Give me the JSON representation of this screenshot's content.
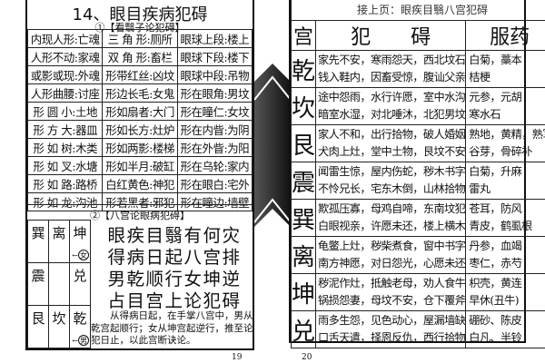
{
  "left_page": {
    "title": "14、眼目疾病犯碍",
    "section1": "①【看翳子论犯碍】",
    "table": [
      [
        "内现人形:亡魂",
        "三 角 形:厕所",
        "眼球上段:楼上"
      ],
      [
        "人形不动:家魂",
        "双 角 形:畜栏",
        "眼球下段:楼下"
      ],
      [
        "或影或现:外魂",
        "形带红丝:凶坟",
        "眼球中段:吊物"
      ],
      [
        "人形曲腰:讨座",
        "形边长毛:女鬼",
        "形在眼角:男坟"
      ],
      [
        "形 圆 小:土地",
        "形如扇者:大门",
        "形在瞳仁:女坟"
      ],
      [
        "形 方 大:器皿",
        "形如长方:灶炉",
        "形在内眥:为阴"
      ],
      [
        "形 如 树:木类",
        "形如两影:楼梯",
        "形在外眥:为阳"
      ],
      [
        "形 如 叉:水塘",
        "形如半月:破缸",
        "形在乌轮:家内"
      ],
      [
        "形 如 路:路桥",
        "白红黄色:神犯",
        "形在眼白:宅外"
      ],
      [
        "形 如 龙:沟池",
        "形若黑者:邪犯",
        "形在瞳边:墙壁"
      ]
    ],
    "section2": "②【八宫论眼病犯碍】",
    "bagua": [
      [
        "巽",
        "离",
        "坤"
      ],
      [
        "震",
        "",
        "兑"
      ],
      [
        "艮",
        "坎",
        "乾"
      ]
    ],
    "bagua_marks": {
      "female": "女",
      "male": "男",
      "arrow": "←"
    },
    "poem": [
      "眼疾目翳有何灾",
      "得病日起八宫排",
      "男乾顺行女坤逆",
      "占目宫上论犯碍"
    ],
    "note": "从得病日起，在手掌八宫中，男从乾宫起顺行；女从坤宫起逆行，推至论犯日止，以此宫断诀论。",
    "page_number": "19"
  },
  "right_page": {
    "header": "接上页：眼疾目翳八宫犯碍",
    "columns": [
      "宫",
      "犯　　碍",
      "服药"
    ],
    "rows": [
      {
        "palace": "乾",
        "fan": [
          "家先不安，寒雨怨天，西北坟石",
          "钱入鞋内，因畜受惊，腹讪父亲"
        ],
        "med": [
          "白菊，藁本",
          "桔梗"
        ]
      },
      {
        "palace": "坎",
        "fan": [
          "途中怨雨，水行许愿，室中水沟",
          "暗室水湿，对北唾沐，北犯男坟"
        ],
        "med": [
          "元参，元胡",
          "寒水石"
        ]
      },
      {
        "palace": "艮",
        "fan": [
          "家人不和，出行拾物，破人婚姻",
          "犬肉上灶，堂中土物，艮坟不安"
        ],
        "med": [
          "熟地，黄精，熟军",
          "谷芽，骨碎补"
        ]
      },
      {
        "palace": "震",
        "fan": [
          "闻雷生惊，屋内伤蛇，秽木书字",
          "不怜兄长，宅东木倒，山林拾物"
        ],
        "med": [
          "白菊，升麻",
          "雷丸"
        ]
      },
      {
        "palace": "巽",
        "fan": [
          "欺孤压寡，母鸡自啼，东南坟犯",
          "白眼视亲，许愿未还，楼上横木"
        ],
        "med": [
          "苍耳，防风",
          "青皮，鹤虱根"
        ]
      },
      {
        "palace": "离",
        "fan": [
          "龟鳖上灶，秽柴煮食，窗中书字",
          "南方神愿，对日怨光，心愿未还"
        ],
        "med": [
          "丹参，血竭",
          "枣仁，赤芍"
        ]
      },
      {
        "palace": "坤",
        "fan": [
          "秽泥作灶，抵触老母，劝人食牛",
          "锅损怨妻，母坟不安，仓下覆斧"
        ],
        "med": [
          "枳壳，黄连",
          "早休(丑牛)"
        ]
      },
      {
        "palace": "兑",
        "fan": [
          "雨多生怨，见色动心，屋漏墙缺",
          "口舌天遣，择恩反仇，西行拾物"
        ],
        "med": [
          "硼砂、陈皮",
          "白凡、半铃"
        ]
      }
    ],
    "page_number": "20"
  }
}
